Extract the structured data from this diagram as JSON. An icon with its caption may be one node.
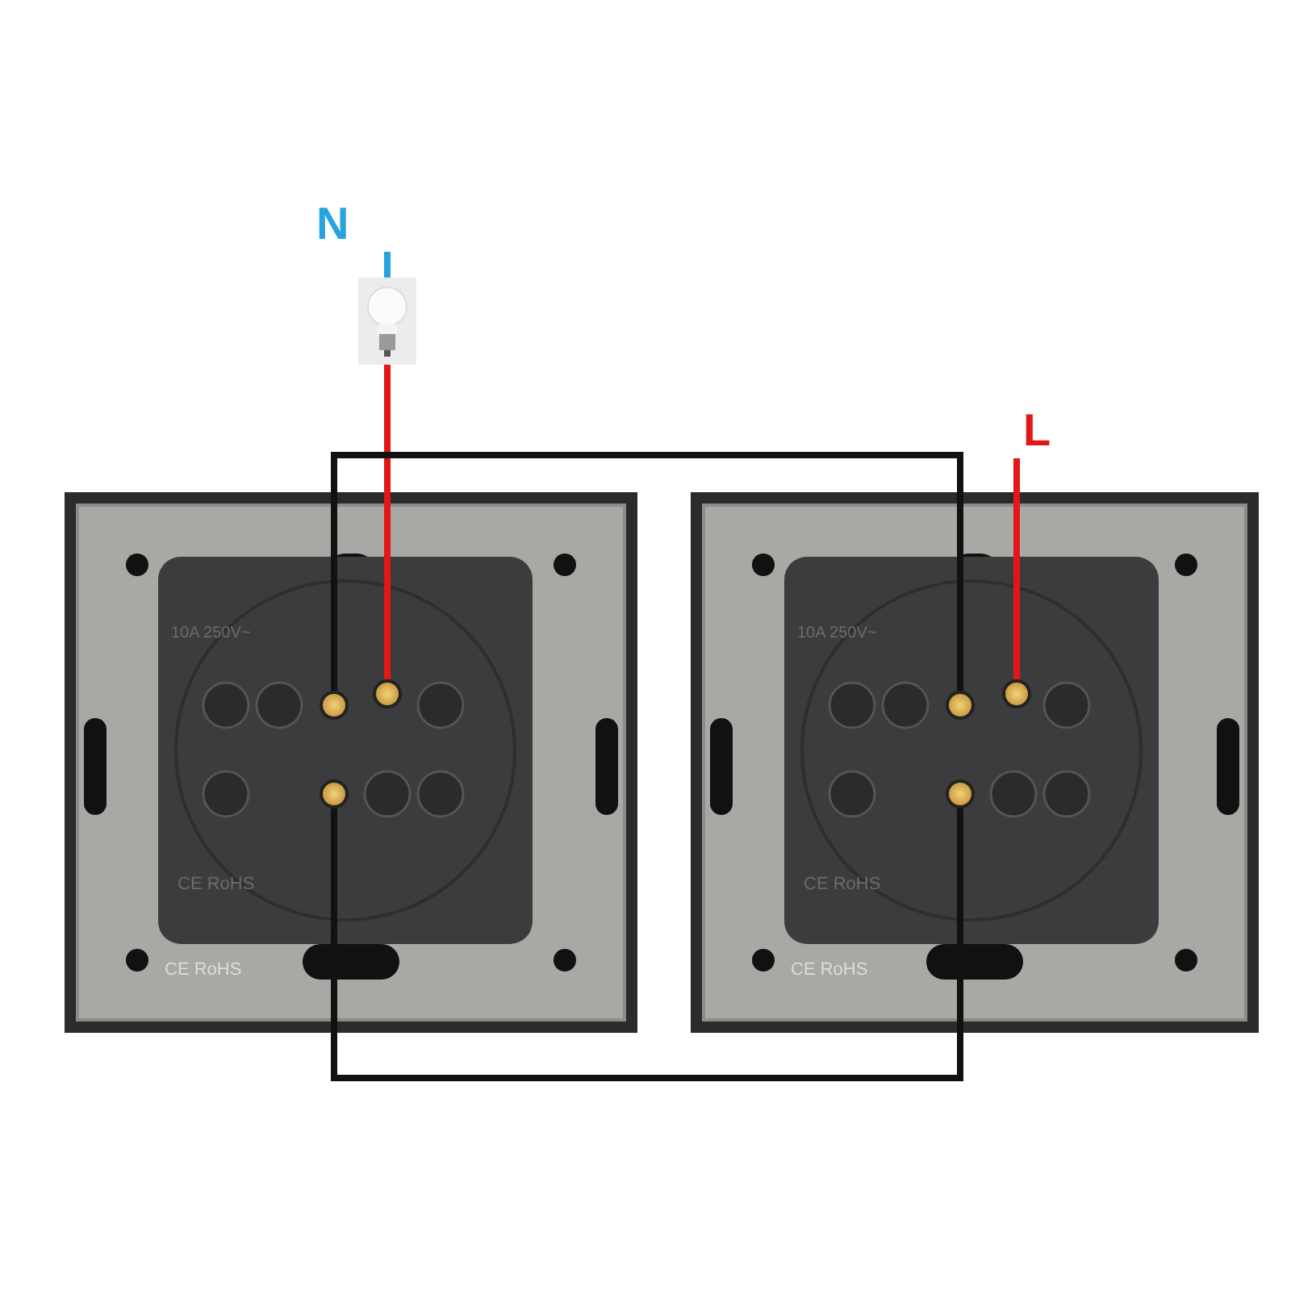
{
  "diagram": {
    "nodes": [
      {
        "text": [],
        "shape": "picture"
      },
      {
        "text": [
          "10A 250V~",
          "CE RoHS",
          "CE RoHS"
        ]
      },
      {
        "text": [],
        "shape": "circle",
        "in": 1
      },
      {
        "text": [],
        "shape": "circle",
        "in": 1
      },
      {
        "text": [],
        "shape": "circle",
        "in": 1
      },
      {
        "text": [
          "10A 250V~",
          "CE RoHS",
          "CE RoHS"
        ]
      },
      {
        "text": [],
        "shape": "circle",
        "in": 5
      },
      {
        "text": [],
        "shape": "circle",
        "in": 5
      },
      {
        "text": [],
        "shape": "circle",
        "in": 5
      },
      {
        "text": [
          "N"
        ]
      },
      {
        "text": [
          "L"
        ]
      }
    ],
    "edges": [
      {
        "from": 9,
        "to": 0,
        "arrow": "none",
        "color": "#29a3e0"
      },
      {
        "from": 0,
        "to": 3,
        "arrow": "none",
        "color": "#e01818"
      },
      {
        "from": 2,
        "to": 6,
        "arrow": "none",
        "color": "#111111"
      },
      {
        "from": 4,
        "to": 8,
        "arrow": "none",
        "color": "#111111"
      },
      {
        "from": 10,
        "to": 7,
        "arrow": "none",
        "color": "#e01818"
      }
    ]
  }
}
